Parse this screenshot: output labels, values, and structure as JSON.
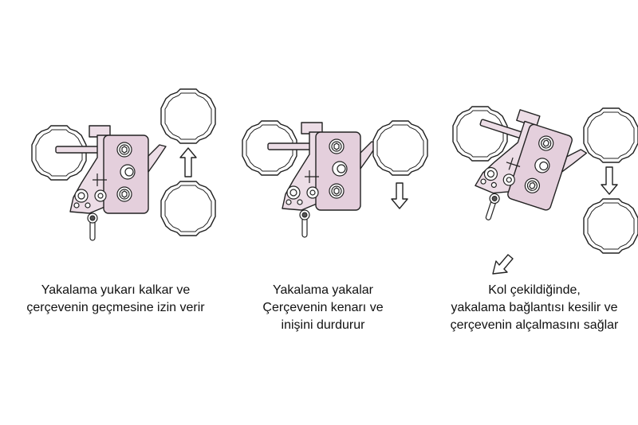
{
  "captions": {
    "panel1": [
      "Yakalama yukarı kalkar ve",
      "çerçevenin geçmesine izin verir"
    ],
    "panel2": [
      "Yakalama yakalar",
      "Çerçevenin kenarı ve",
      "inişini durdurur"
    ],
    "panel3": [
      "Kol çekildiğinde,",
      "yakalama bağlantısı kesilir ve",
      "çerçevenin alçalmasını sağlar"
    ]
  },
  "colors": {
    "mechanism_fill": "#ecdde6",
    "mechanism_fill_alt": "#e4cfdc",
    "outline": "#222222"
  },
  "arrows": {
    "panel1": "up",
    "panel2": "down",
    "panel3_frame": "down",
    "panel3_lever": "down-left"
  }
}
